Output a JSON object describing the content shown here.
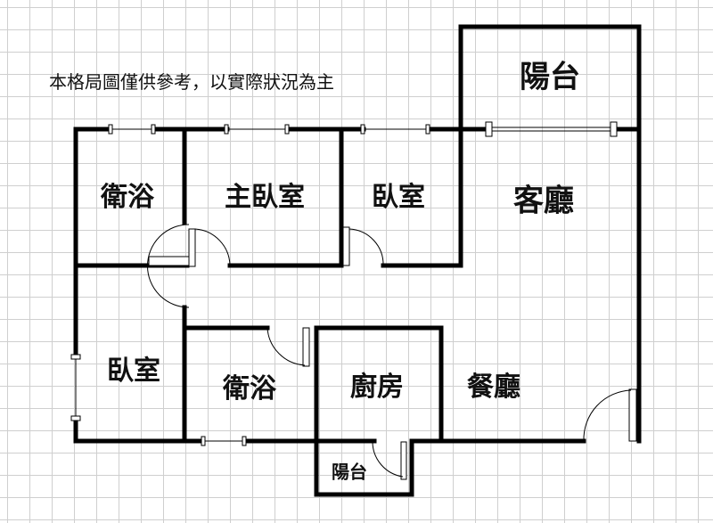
{
  "disclaimer": "本格局圖僅供參考，以實際狀況為主",
  "rooms": {
    "balcony_top": "陽台",
    "bath_1": "衛浴",
    "master_bedroom": "主臥室",
    "bedroom_1": "臥室",
    "living_room": "客廳",
    "bedroom_2": "臥室",
    "bath_2": "衛浴",
    "kitchen": "廚房",
    "dining_room": "餐廳",
    "balcony_small": "陽台"
  }
}
